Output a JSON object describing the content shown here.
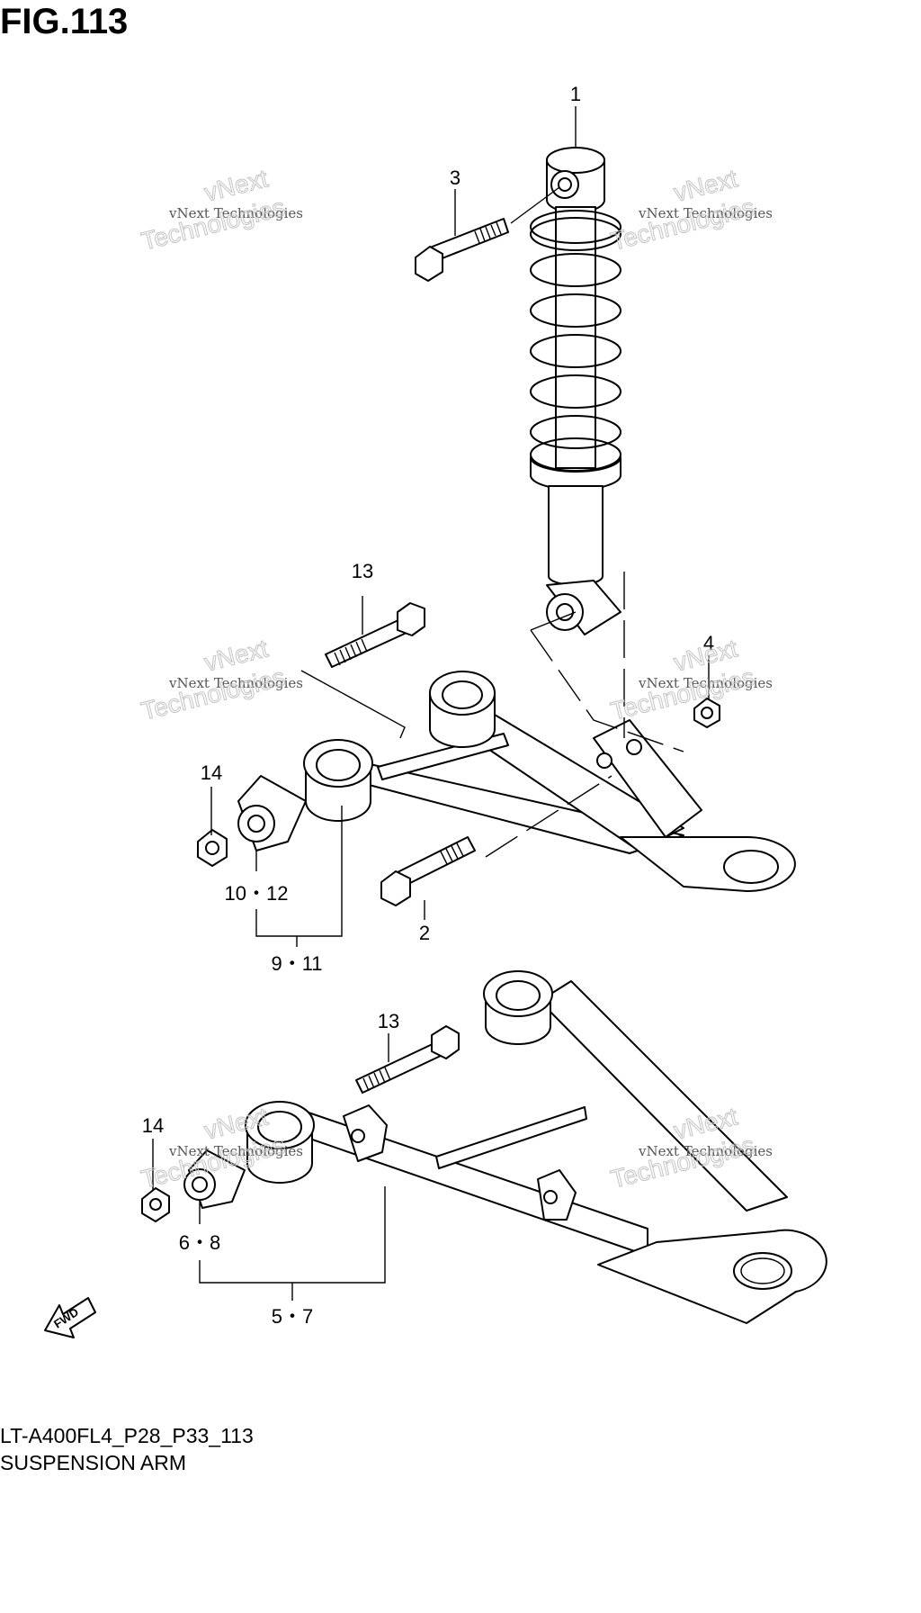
{
  "figure": {
    "title": "FIG.113",
    "model_code": "LT-A400FL4_P28_P33_113",
    "section_name": "SUSPENSION ARM"
  },
  "callouts": {
    "shock_absorber": "1",
    "shock_lower_bolt": "2",
    "shock_upper_bolt": "3",
    "shock_nut": "4",
    "lower_arm_assy": "5・7",
    "lower_arm_bushing": "6・8",
    "upper_arm_assy": "9・11",
    "upper_arm_bushing": "10・12",
    "upper_arm_bolt": "13",
    "lower_arm_bolt": "13",
    "upper_arm_nut": "14",
    "lower_arm_nut": "14"
  },
  "fwd_label": "FWD",
  "watermark": {
    "line1": "vNext",
    "line2": "vNext Technologies",
    "line3": "Technologies"
  }
}
